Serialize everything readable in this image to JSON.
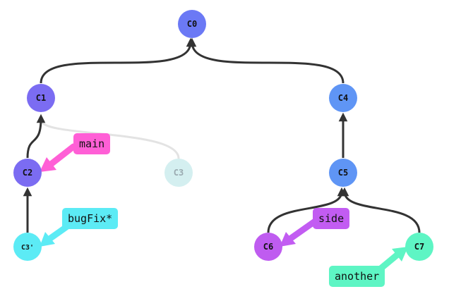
{
  "commits": {
    "c0": {
      "label": "C0",
      "color": "#6b79f5"
    },
    "c1": {
      "label": "C1",
      "color": "#7b6cf2"
    },
    "c2": {
      "label": "C2",
      "color": "#7b6cf2"
    },
    "c3": {
      "label": "C3",
      "color": "#d4eff0"
    },
    "c3p": {
      "label": "C3'",
      "color": "#5cebf5"
    },
    "c4": {
      "label": "C4",
      "color": "#5f95f5"
    },
    "c5": {
      "label": "C5",
      "color": "#5f95f5"
    },
    "c6": {
      "label": "C6",
      "color": "#bf5cf0"
    },
    "c7": {
      "label": "C7",
      "color": "#5ef5c4"
    }
  },
  "branches": {
    "main": {
      "label": "main",
      "color": "#ff5fd6"
    },
    "bugfix": {
      "label": "bugFix*",
      "color": "#5cebf5"
    },
    "side": {
      "label": "side",
      "color": "#c25cf2"
    },
    "another": {
      "label": "another",
      "color": "#5ef5c4"
    }
  },
  "colors": {
    "edge": "#333333",
    "ghost_edge": "#e3e3e3"
  }
}
